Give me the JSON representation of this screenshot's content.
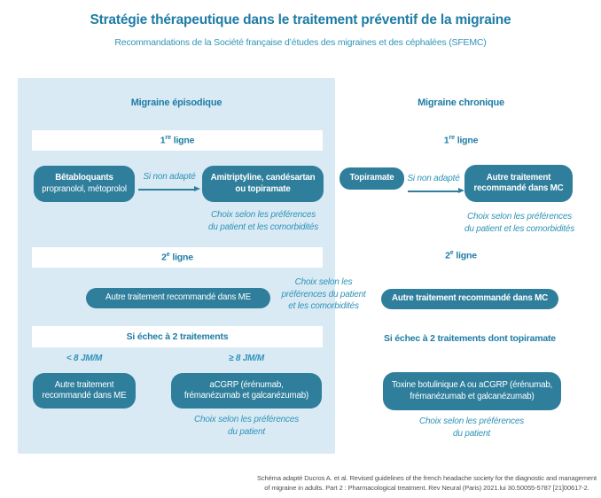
{
  "title": "Stratégie thérapeutique dans le traitement préventif de la migraine",
  "subtitle": "Recommandations de la Société française d’études des migraines et des céphalées (SFEMC)",
  "colors": {
    "box_teal": "#2e7e9c",
    "panel_light_blue": "#d9eaf4",
    "heading_blue": "#1e7ca6",
    "note_blue": "#2f93b8",
    "footer_gray": "#4f4f4a"
  },
  "episodic": {
    "header": "Migraine épisodique",
    "line1_num": "1",
    "line1_sup": "re",
    "line1_word": "ligne",
    "beta_title": "Bêtabloquants",
    "beta_sub": "propranolol, métoprolol",
    "arrow_label": "Si non adapté",
    "ami_line1": "Amitriptyline, candésartan",
    "ami_line2": "ou topiramate",
    "choice1_line1": "Choix selon les préférences",
    "choice1_line2": "du patient et les comorbidités",
    "line2_num": "2",
    "line2_sup": "e",
    "line2_word": "ligne",
    "second_pill": "Autre traitement recommandé dans ME",
    "fail_header": "Si échec à 2 traitements",
    "jm_less": "< 8 JM/M",
    "jm_more": "≥ 8 JM/M",
    "other_l1": "Autre traitement",
    "other_l2": "recommandé dans ME",
    "acgrp_l1": "aCGRP (érénumab,",
    "acgrp_l2": "frémanézumab et galcanézumab)",
    "choice2_line1": "Choix selon les préférences",
    "choice2_line2": "du patient"
  },
  "middle": {
    "choice_l1": "Choix selon les",
    "choice_l2": "préférences du patient",
    "choice_l3": "et les comorbidités"
  },
  "chronic": {
    "header": "Migraine chronique",
    "line1_num": "1",
    "line1_sup": "re",
    "line1_word": "ligne",
    "topiramate": "Topiramate",
    "arrow_label": "Si non adapté",
    "mc_l1": "Autre traitement",
    "mc_l2": "recommandé dans MC",
    "choice1_line1": "Choix selon les préférences",
    "choice1_line2": "du patient et les comorbidités",
    "line2_num": "2",
    "line2_sup": "e",
    "line2_word": "ligne",
    "second_pill": "Autre traitement recommandé dans MC",
    "fail_header": "Si échec à 2 traitements dont topiramate",
    "toxine_l1": "Toxine botulinique A ou aCGRP (érénumab,",
    "toxine_l2": "frémanézumab et galcanézumab)",
    "choice2_line1": "Choix selon les préférences",
    "choice2_line2": "du patient"
  },
  "footer": {
    "line1": "Schéma adapté Ducros A. et al. Revised guidelines of the french headache society for the diagnostic and management",
    "line2": "of migraine in adults. Part 2 : Pharmacological treatment. Rev Neural (Paris) 2021.lui 30.50055-5787 [21]00617-2."
  }
}
